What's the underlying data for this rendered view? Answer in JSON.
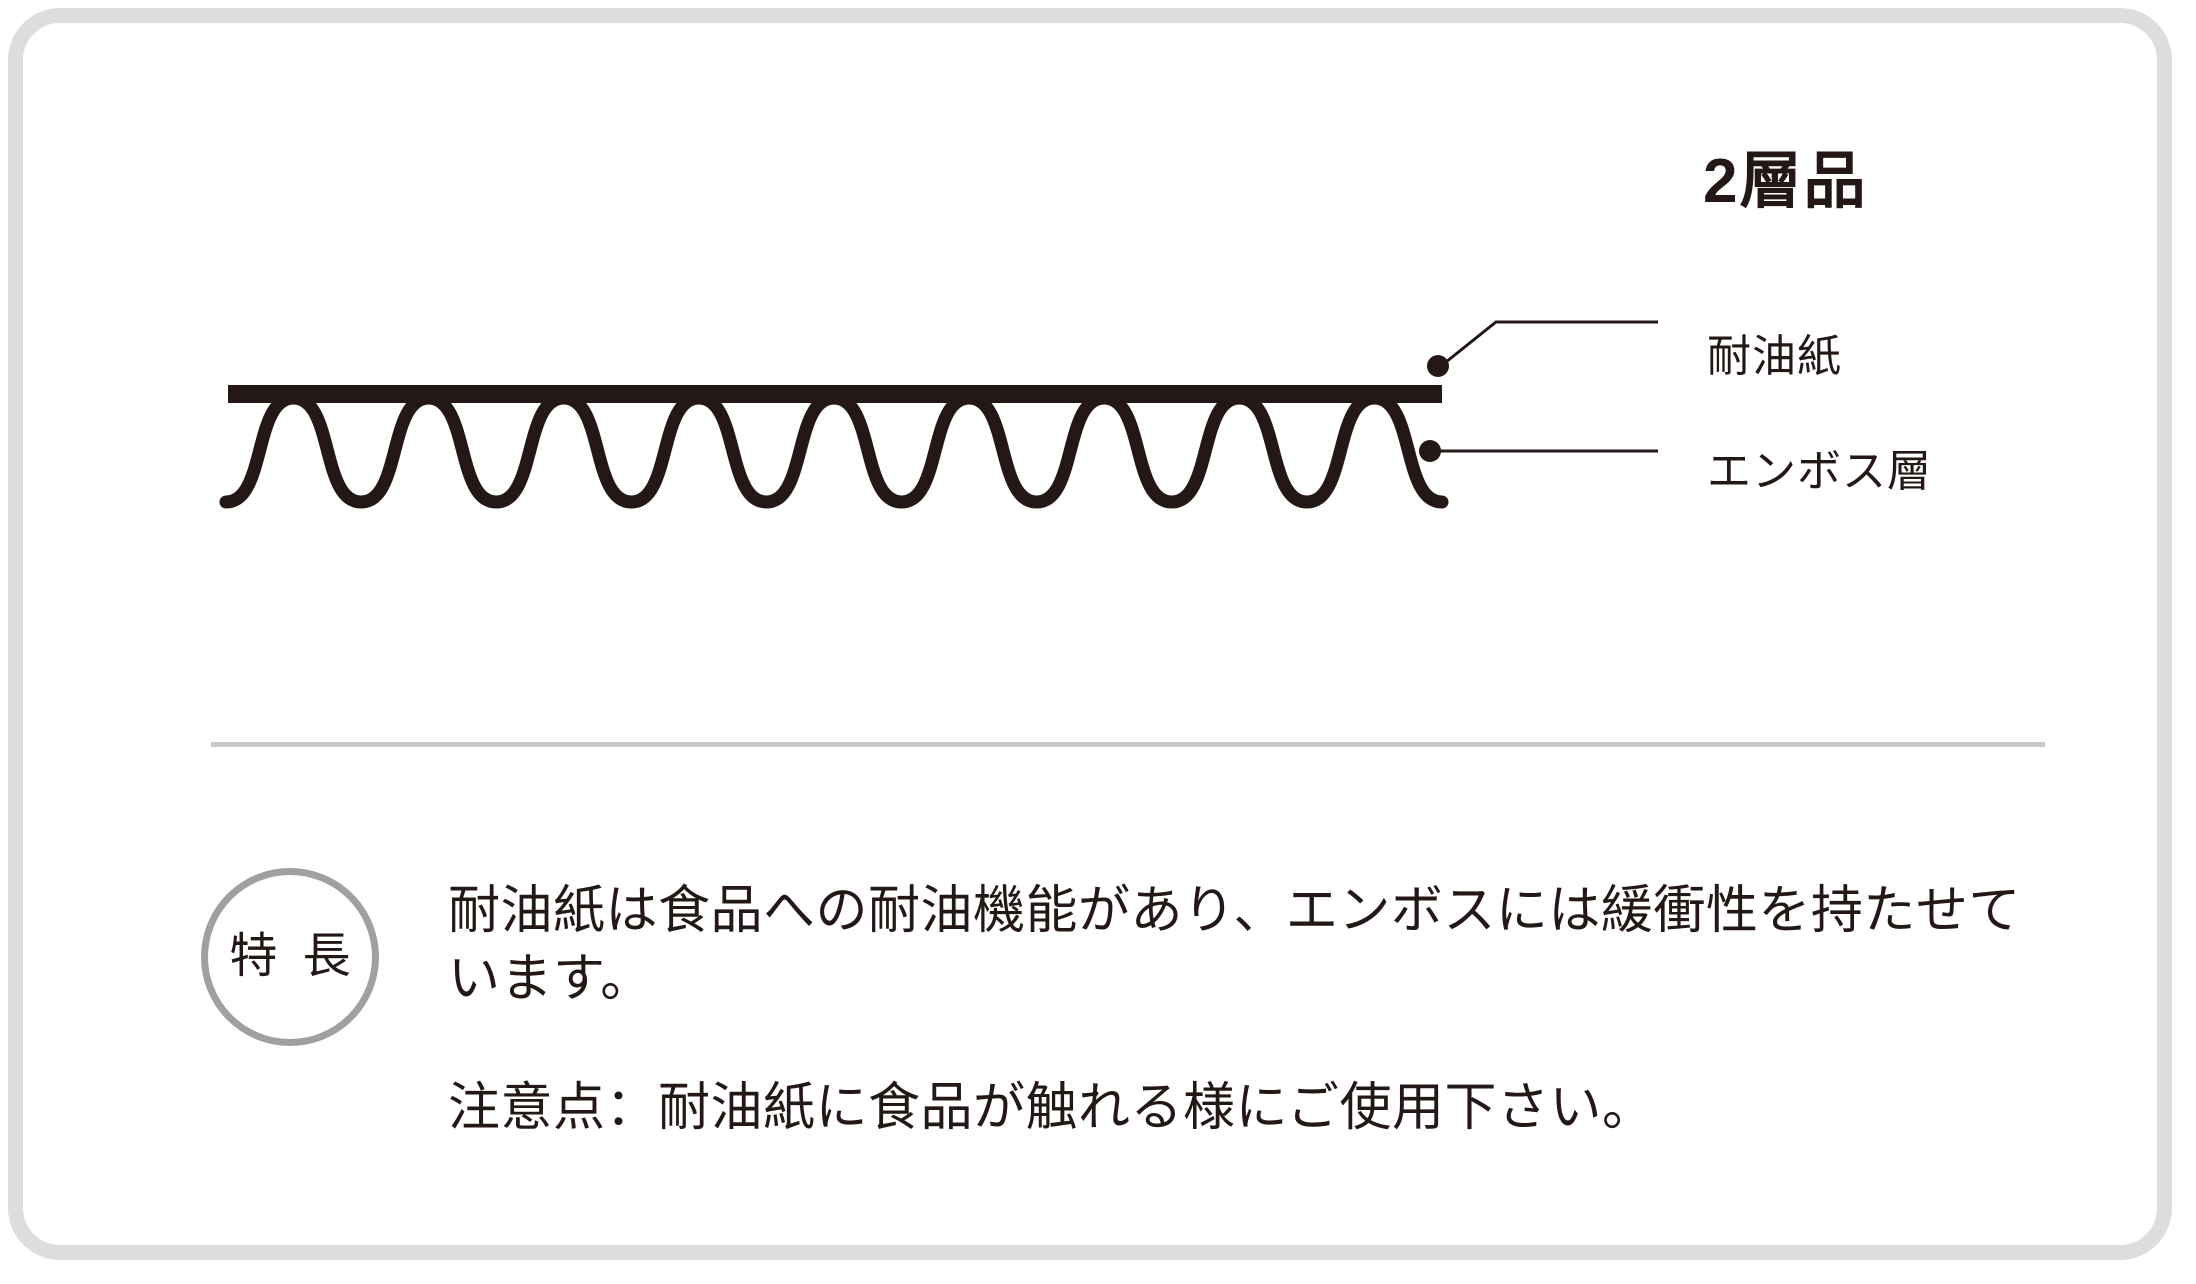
{
  "card": {
    "border_color": "#dcdddd",
    "background": "#ffffff"
  },
  "header": {
    "title": "2層品"
  },
  "diagram": {
    "ink_color": "#231815",
    "layers": [
      {
        "id": "grease-proof-paper",
        "label": "耐油紙",
        "shape": "solid-bar"
      },
      {
        "id": "embossed-layer",
        "label": "エンボス層",
        "shape": "wave"
      }
    ],
    "wave_peaks": 9
  },
  "divider": {
    "color": "#c8c9ca"
  },
  "features": {
    "badge_label": "特 長",
    "badge_border_color": "#9fa0a0",
    "description": "耐油紙は食品への耐油機能があり、エンボスには緩衝性を持たせています。",
    "note": "注意点：耐油紙に食品が触れる様にご使用下さい。"
  }
}
